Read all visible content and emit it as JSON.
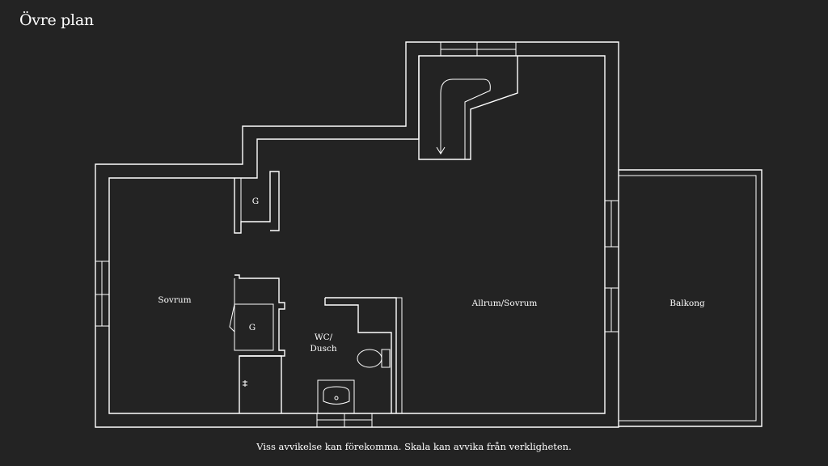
{
  "title": "Övre plan",
  "disclaimer": "Viss avvikelse kan förekomma. Skala kan avvika från verkligheten.",
  "rooms": {
    "sovrum": "Sovrum",
    "allrum": "Allrum/Sovrum",
    "balkong": "Balkong",
    "wc_line1": "WC/",
    "wc_line2": "Dusch",
    "closet_1": "G",
    "closet_2": "G"
  },
  "colors": {
    "background": "#232323",
    "lines": "#ffffff"
  }
}
